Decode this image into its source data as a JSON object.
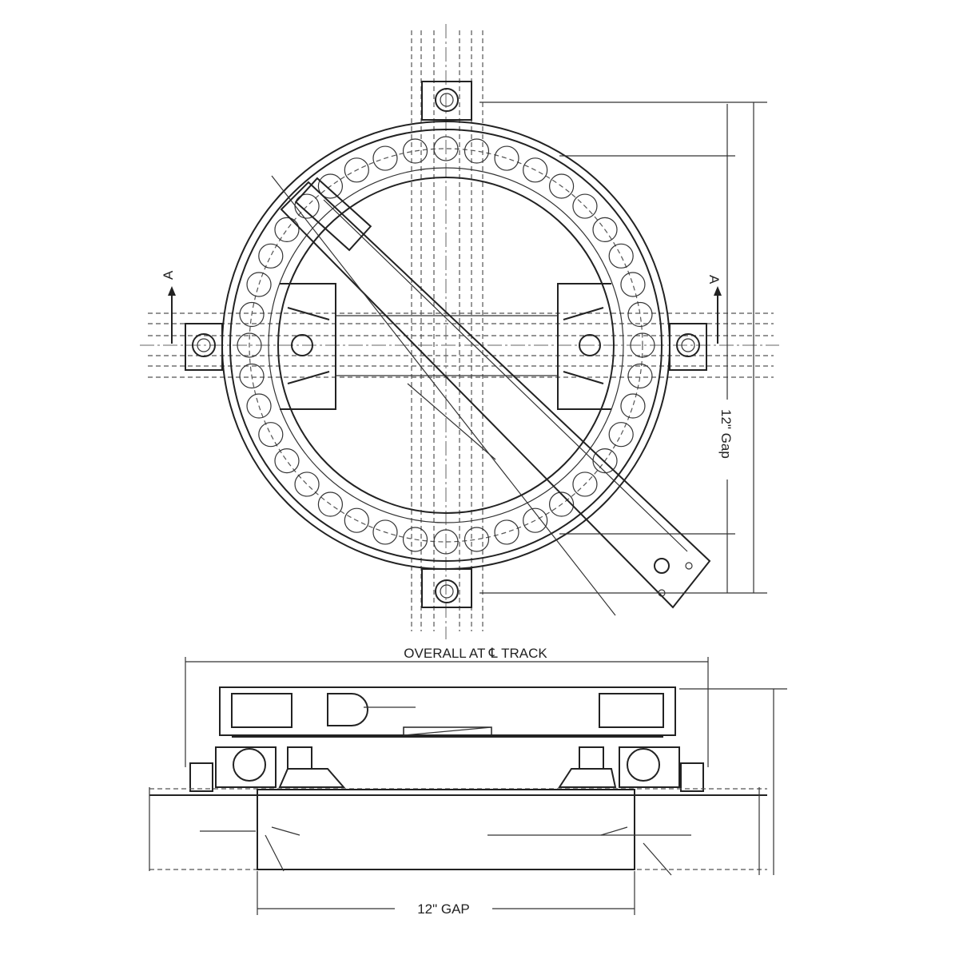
{
  "drawing": {
    "plan_view": {
      "section_mark_left": "A",
      "section_mark_right": "A",
      "gap_dimension": "12\" Gap"
    },
    "section_view": {
      "overall_dimension": "OVERALL AT ℄ TRACK",
      "gap_dimension": "12\" GAP"
    },
    "colors": {
      "line": "#222222",
      "background": "#ffffff"
    }
  }
}
